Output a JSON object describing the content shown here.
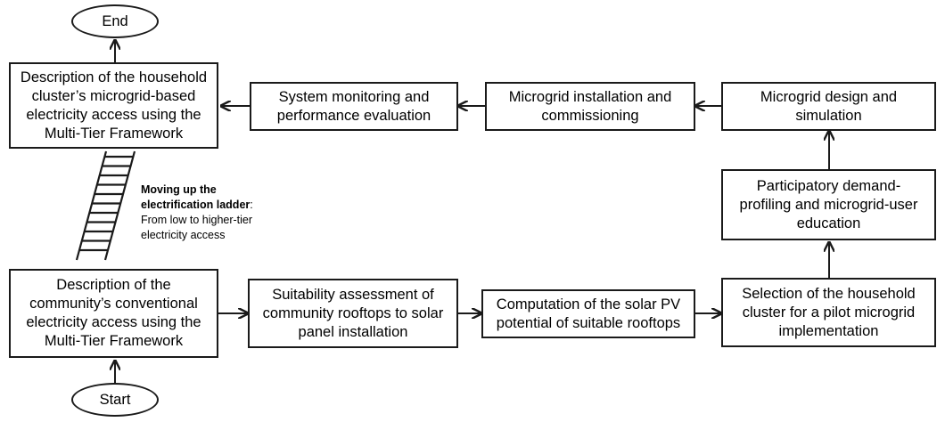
{
  "terminals": {
    "end": "End",
    "start": "Start"
  },
  "boxes": {
    "final_description": "Description of the household\ncluster’s microgrid-based\nelectricity access using the\nMulti-Tier Framework",
    "monitoring": "System monitoring and\nperformance evaluation",
    "installation": "Microgrid installation and\ncommissioning",
    "design": "Microgrid design and\nsimulation",
    "profiling": "Participatory demand-\nprofiling and microgrid-user\neducation",
    "selection": "Selection of the household\ncluster for a pilot microgrid\nimplementation",
    "computation": "Computation of the solar PV\npotential of suitable rooftops",
    "suitability": "Suitability assessment of\ncommunity rooftops to solar\npanel installation",
    "initial_description": "Description of the\ncommunity’s conventional\nelectricity access using the\nMulti-Tier Framework"
  },
  "ladder_note": {
    "title_line1": "Moving up the",
    "title_line2": "electrification ladder",
    "title_suffix": ":",
    "body_line1": "From low to higher-tier",
    "body_line2": "electricity access"
  }
}
